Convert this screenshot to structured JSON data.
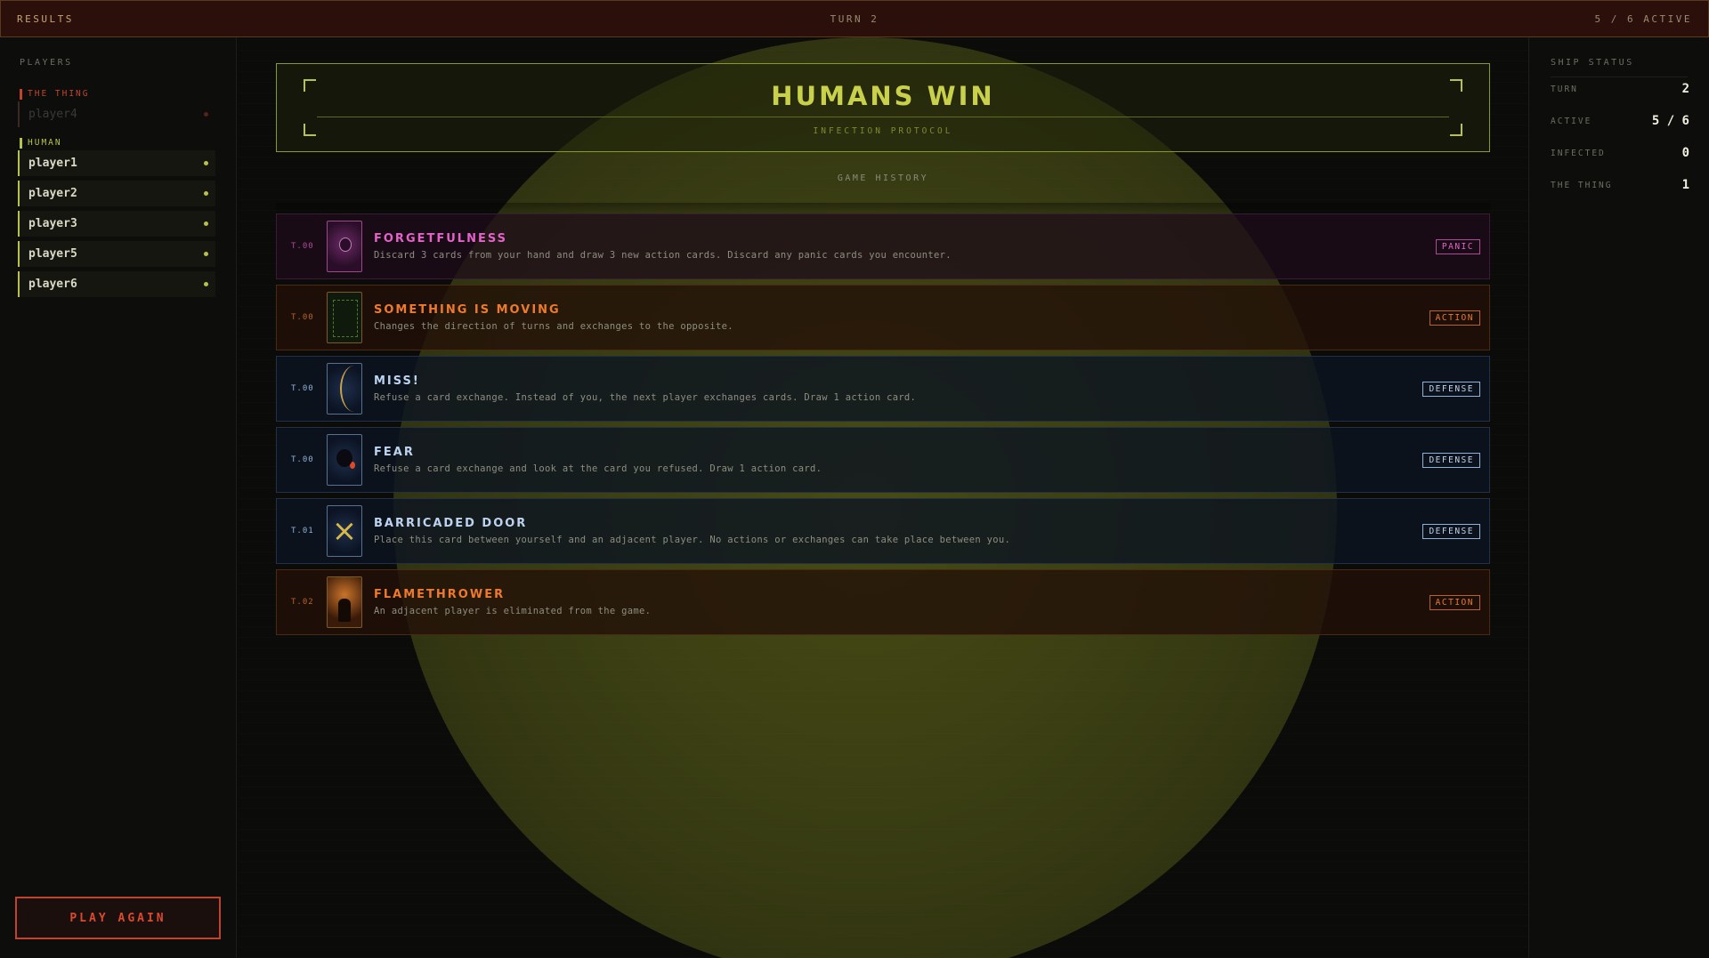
{
  "topbar": {
    "left": "RESULTS",
    "center": "TURN  2",
    "right": "5 / 6  ACTIVE"
  },
  "sidebar": {
    "title": "PLAYERS",
    "thing_label": "THE THING",
    "thing_players": [
      "player4"
    ],
    "human_label": "HUMAN",
    "human_players": [
      "player1",
      "player2",
      "player3",
      "player5",
      "player6"
    ],
    "play_again": "PLAY AGAIN"
  },
  "banner": {
    "title": "HUMANS WIN",
    "subtitle": "INFECTION PROTOCOL"
  },
  "history": {
    "title": "GAME HISTORY",
    "cards": [
      {
        "turn": "T.00",
        "name": "FORGETFULNESS",
        "desc": "Discard 3 cards from your hand and draw 3 new action cards. Discard any panic cards you encounter.",
        "badge": "PANIC",
        "kind": "panic",
        "thumb": "t-forget"
      },
      {
        "turn": "T.00",
        "name": "SOMETHING IS MOVING",
        "desc": "Changes the direction of turns and exchanges to the opposite.",
        "badge": "ACTION",
        "kind": "action",
        "thumb": "t-moving"
      },
      {
        "turn": "T.00",
        "name": "MISS!",
        "desc": "Refuse a card exchange. Instead of you, the next player exchanges cards. Draw 1 action card.",
        "badge": "DEFENSE",
        "kind": "defense",
        "thumb": "t-miss"
      },
      {
        "turn": "T.00",
        "name": "FEAR",
        "desc": "Refuse a card exchange and look at the card you refused. Draw 1 action card.",
        "badge": "DEFENSE",
        "kind": "defense",
        "thumb": "t-fear"
      },
      {
        "turn": "T.01",
        "name": "BARRICADED DOOR",
        "desc": "Place this card between yourself and an adjacent player. No actions or exchanges can take place between you.",
        "badge": "DEFENSE",
        "kind": "defense",
        "thumb": "t-door"
      },
      {
        "turn": "T.02",
        "name": "FLAMETHROWER",
        "desc": "An adjacent player is eliminated from the game.",
        "badge": "ACTION",
        "kind": "action",
        "thumb": "t-flame"
      }
    ]
  },
  "ship_status": {
    "title": "SHIP STATUS",
    "stats": [
      {
        "label": "TURN",
        "value": "2"
      },
      {
        "label": "ACTIVE",
        "value": "5 / 6"
      },
      {
        "label": "INFECTED",
        "value": "0"
      },
      {
        "label": "THE THING",
        "value": "1"
      }
    ]
  }
}
